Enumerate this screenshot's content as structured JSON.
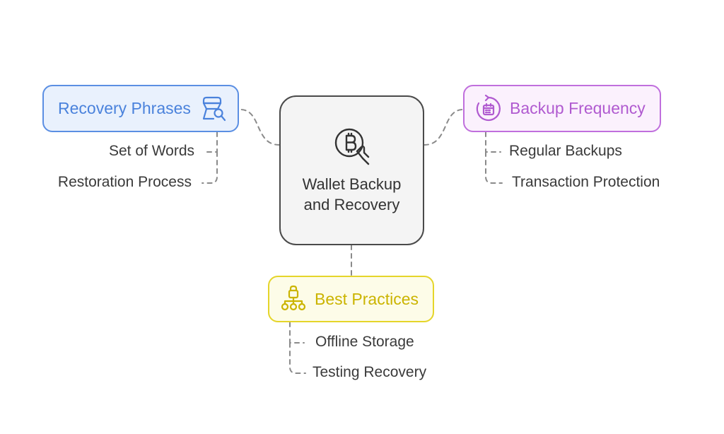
{
  "center": {
    "title": "Wallet Backup and Recovery",
    "icon": "bitcoin-hand-icon"
  },
  "nodes": [
    {
      "label": "Recovery Phrases",
      "icon": "scroll-search-icon",
      "color": "#4a82dc",
      "items": [
        "Set of Words",
        "Restoration Process"
      ]
    },
    {
      "label": "Backup Frequency",
      "icon": "calendar-cycle-icon",
      "color": "#b05ad0",
      "items": [
        "Regular Backups",
        "Transaction Protection"
      ]
    },
    {
      "label": "Best Practices",
      "icon": "lock-network-icon",
      "color": "#cbb400",
      "items": [
        "Offline Storage",
        "Testing Recovery"
      ]
    }
  ]
}
